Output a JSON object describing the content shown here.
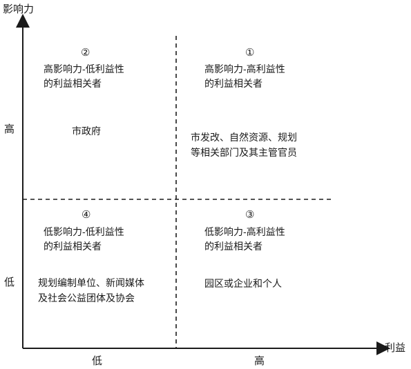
{
  "axes": {
    "y_title": "影响力",
    "x_title": "利益",
    "y_high": "高",
    "y_low": "低",
    "x_low": "低",
    "x_high": "高"
  },
  "quadrants": [
    {
      "id": "q2",
      "number": "②",
      "title_line1": "高影响力-低利益性",
      "title_line2": "的利益相关者",
      "content_line1": "市政府",
      "content_line2": ""
    },
    {
      "id": "q1",
      "number": "①",
      "title_line1": "高影响力-高利益性",
      "title_line2": "的利益相关者",
      "content_line1": "市发改、自然资源、规划",
      "content_line2": "等相关部门及其主管官员"
    },
    {
      "id": "q4",
      "number": "④",
      "title_line1": "低影响力-低利益性",
      "title_line2": "的利益相关者",
      "content_line1": "规划编制单位、新闻媒体",
      "content_line2": "及社会公益团体及协会"
    },
    {
      "id": "q3",
      "number": "③",
      "title_line1": "低影响力-高利益性",
      "title_line2": "的利益相关者",
      "content_line1": "园区或企业和个人",
      "content_line2": ""
    }
  ]
}
